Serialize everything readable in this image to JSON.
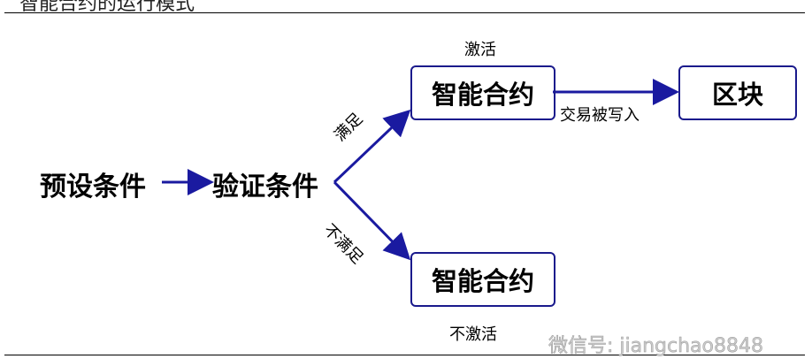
{
  "title": "智能合约的运行模式",
  "nodes": {
    "preset": "预设条件",
    "verify": "验证条件",
    "contract_active": "智能合约",
    "contract_inactive": "智能合约",
    "block": "区块"
  },
  "labels": {
    "activate": "激活",
    "not_activate": "不激活",
    "satisfied": "满足",
    "not_satisfied": "不满足",
    "tx_written": "交易被写入"
  },
  "watermark": "微信号: jiangchao8848",
  "colors": {
    "arrow": "#1a1aa0",
    "border": "#1a1a8c"
  }
}
